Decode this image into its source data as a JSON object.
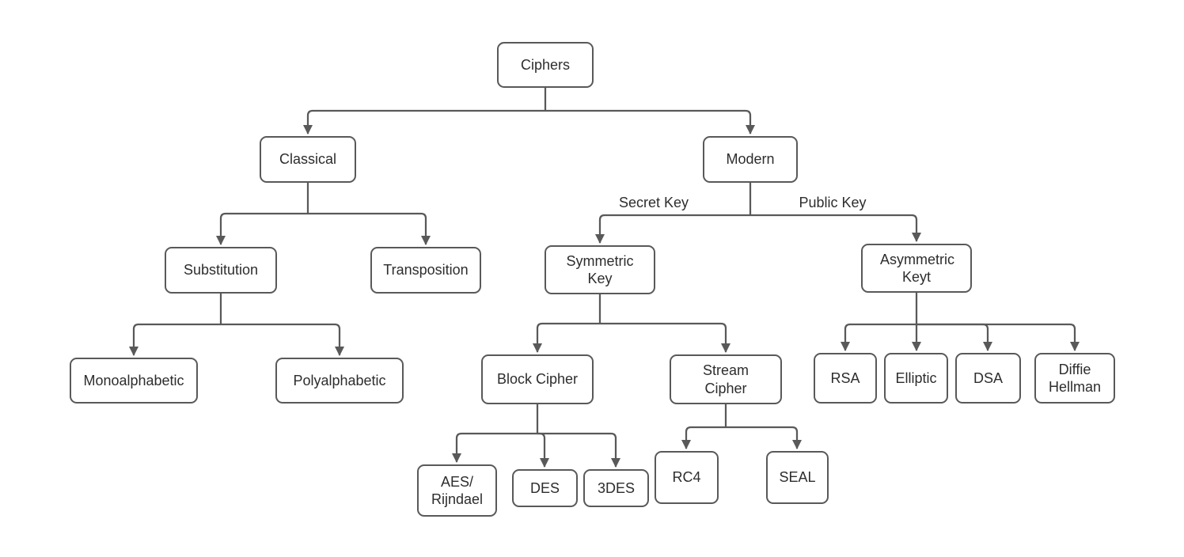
{
  "diagram": {
    "type": "tree",
    "root": "Ciphers"
  },
  "colors": {
    "stroke": "#595959",
    "text": "#2d2d2d",
    "node_fill": "#ffffff",
    "background": "#ffffff"
  },
  "nodes": {
    "ciphers": {
      "label": "Ciphers"
    },
    "classical": {
      "label": "Classical"
    },
    "modern": {
      "label": "Modern"
    },
    "substitution": {
      "label": "Substitution"
    },
    "transposition": {
      "label": "Transposition"
    },
    "symmetric_key": {
      "label": "Symmetric Key"
    },
    "asymmetric_key": {
      "label": "Asymmetric Keyt"
    },
    "monoalphabetic": {
      "label": "Monoalphabetic"
    },
    "polyalphabetic": {
      "label": "Polyalphabetic"
    },
    "block_cipher": {
      "label": "Block Cipher"
    },
    "stream_cipher": {
      "label": "Stream Cipher"
    },
    "rsa": {
      "label": "RSA"
    },
    "elliptic": {
      "label": "Elliptic"
    },
    "dsa": {
      "label": "DSA"
    },
    "diffie_hellman": {
      "label": "Diffie Hellman"
    },
    "aes_rijndael": {
      "label": "AES/ Rijndael"
    },
    "des": {
      "label": "DES"
    },
    "triple_des": {
      "label": "3DES"
    },
    "rc4": {
      "label": "RC4"
    },
    "seal": {
      "label": "SEAL"
    }
  },
  "edge_labels": {
    "secret_key": "Secret Key",
    "public_key": "Public Key"
  },
  "edges": [
    {
      "from": "Ciphers",
      "to": "Classical"
    },
    {
      "from": "Ciphers",
      "to": "Modern"
    },
    {
      "from": "Classical",
      "to": "Substitution"
    },
    {
      "from": "Classical",
      "to": "Transposition"
    },
    {
      "from": "Substitution",
      "to": "Monoalphabetic"
    },
    {
      "from": "Substitution",
      "to": "Polyalphabetic"
    },
    {
      "from": "Modern",
      "to": "Symmetric Key",
      "label": "Secret Key"
    },
    {
      "from": "Modern",
      "to": "Asymmetric Keyt",
      "label": "Public Key"
    },
    {
      "from": "Symmetric Key",
      "to": "Block Cipher"
    },
    {
      "from": "Symmetric Key",
      "to": "Stream Cipher"
    },
    {
      "from": "Asymmetric Keyt",
      "to": "RSA"
    },
    {
      "from": "Asymmetric Keyt",
      "to": "Elliptic"
    },
    {
      "from": "Asymmetric Keyt",
      "to": "DSA"
    },
    {
      "from": "Asymmetric Keyt",
      "to": "Diffie Hellman"
    },
    {
      "from": "Block Cipher",
      "to": "AES/ Rijndael"
    },
    {
      "from": "Block Cipher",
      "to": "DES"
    },
    {
      "from": "Block Cipher",
      "to": "3DES"
    },
    {
      "from": "Stream Cipher",
      "to": "RC4"
    },
    {
      "from": "Stream Cipher",
      "to": "SEAL"
    }
  ]
}
